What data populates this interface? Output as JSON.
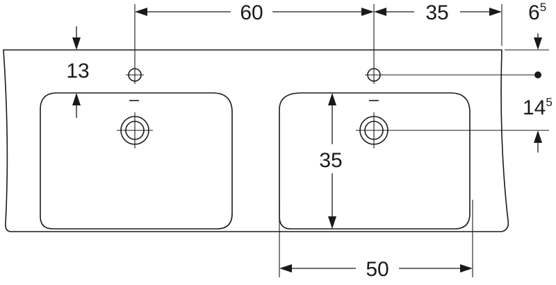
{
  "dimensions": {
    "tap_spacing": {
      "value": "60"
    },
    "tap_to_edge": {
      "value": "35"
    },
    "tap_from_back": {
      "value": "6",
      "sup": "5"
    },
    "basin_setback": {
      "value": "13"
    },
    "tap_to_drain": {
      "value": "14",
      "sup": "5"
    },
    "basin_depth": {
      "value": "35"
    },
    "basin_width": {
      "value": "50"
    }
  }
}
